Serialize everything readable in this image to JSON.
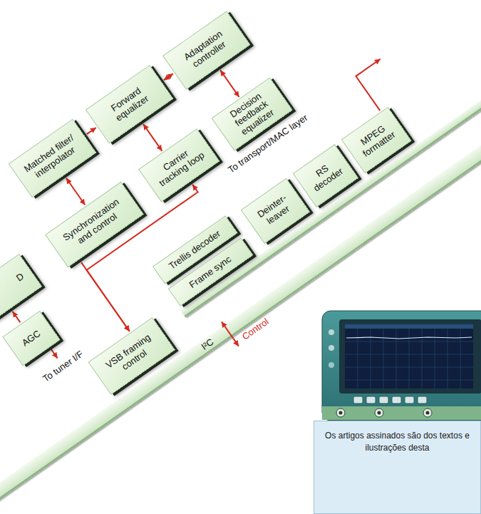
{
  "diagram": {
    "nodes": [
      {
        "text": [
          "D"
        ]
      },
      {
        "text": [
          "AGC"
        ]
      },
      {
        "text": [
          "Matched filter/ interpolator"
        ]
      },
      {
        "text": [
          "Forward equalizer"
        ]
      },
      {
        "text": [
          "Adaptation controller"
        ]
      },
      {
        "text": [
          "Synchronization and control"
        ]
      },
      {
        "text": [
          "Carrier tracking loop"
        ]
      },
      {
        "text": [
          "Decision feedback equalizer"
        ]
      },
      {
        "text": [
          "VSB framing control"
        ]
      },
      {
        "text": [
          "Trellis decoder"
        ]
      },
      {
        "text": [
          "Frame sync"
        ]
      },
      {
        "text": [
          "Deinter- leaver"
        ]
      },
      {
        "text": [
          "RS decoder"
        ]
      },
      {
        "text": [
          "MPEG formatter"
        ]
      },
      {
        "text": [
          "Os artigos assinados são dos textos e ilustrações desta"
        ]
      }
    ],
    "edges": [
      {
        "from": 2,
        "to": 3,
        "arrow": "to"
      },
      {
        "from": 3,
        "to": 4,
        "arrow": "both"
      },
      {
        "from": 4,
        "to": 7,
        "arrow": "both"
      },
      {
        "from": 3,
        "to": 6,
        "arrow": "both"
      },
      {
        "from": 2,
        "to": 5,
        "arrow": "both"
      },
      {
        "from": 5,
        "to": 8,
        "arrow": "to"
      },
      {
        "from": 6,
        "to": 8,
        "arrow": "both"
      },
      {
        "from": 1,
        "to": 0,
        "arrow": "to"
      }
    ],
    "labels": [
      "To transport/MAC layer",
      "To tuner I/F",
      "I²C",
      "Control"
    ]
  }
}
